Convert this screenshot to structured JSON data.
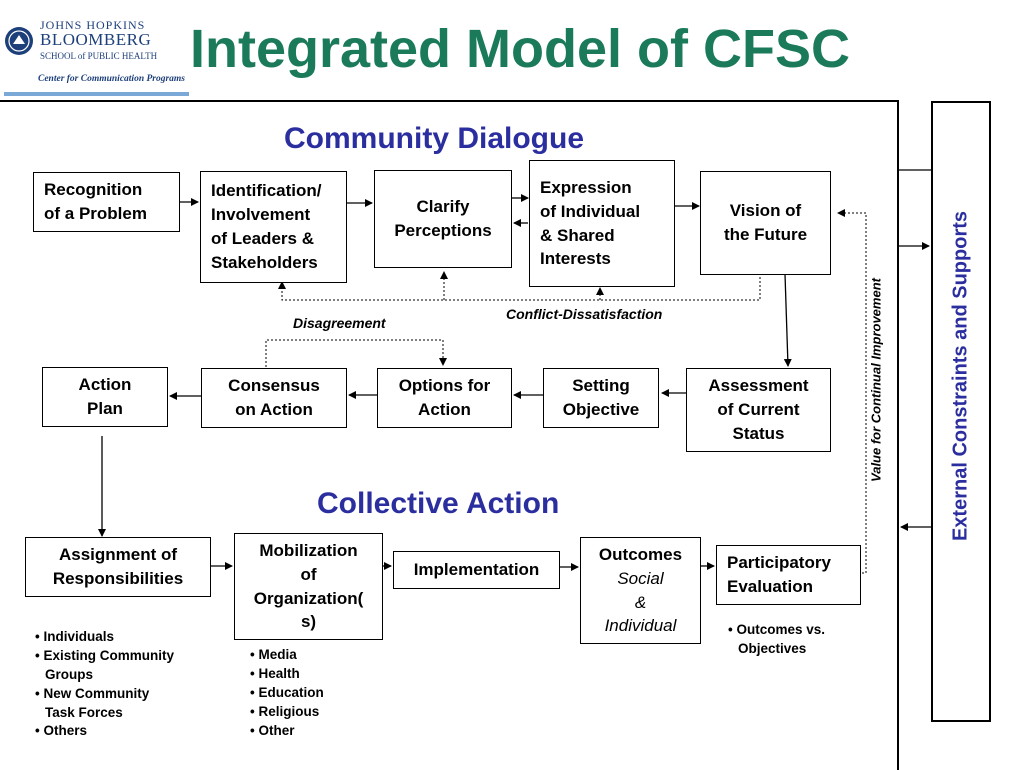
{
  "header": {
    "logo_line1": "JOHNS HOPKINS",
    "logo_line2": "BLOOMBERG",
    "logo_line3": "SCHOOL of PUBLIC HEALTH",
    "logo_line4": "Center for Communication Programs",
    "title": "Integrated Model of CFSC"
  },
  "sections": {
    "dialogue": "Community Dialogue",
    "action": "Collective Action"
  },
  "side": {
    "external": "External Constraints and Supports",
    "value": "Value for Continual Improvement"
  },
  "row1": {
    "recognition": "Recognition\nof a Problem",
    "identification": "Identification/\nInvolvement\nof Leaders &\nStakeholders",
    "clarify": "Clarify\nPerceptions",
    "expression": "Expression\nof  Individual\n&  Shared\nInterests",
    "vision": "Vision of\nthe Future"
  },
  "row2": {
    "action_plan": "Action\nPlan",
    "consensus": "Consensus\non Action",
    "options": "Options for\nAction",
    "setting": "Setting\nObjective",
    "assessment": "Assessment\nof Current\nStatus"
  },
  "notes": {
    "conflict": "Conflict-Dissatisfaction",
    "disagreement": "Disagreement"
  },
  "row3": {
    "assignment": "Assignment  of\nResponsibilities",
    "mobilization": "Mobilization\nof\nOrganization(\ns)",
    "implementation": "Implementation",
    "outcomes_title": "Outcomes",
    "outcomes_social": "Social",
    "outcomes_amp": "&",
    "outcomes_individual": "Individual",
    "participatory": "Participatory\nEvaluation"
  },
  "lists": {
    "assignment": [
      "Individuals",
      "Existing Community\nGroups",
      "New Community\nTask Forces",
      "Others"
    ],
    "mobilization": [
      "Media",
      "Health",
      "Education",
      "Religious",
      "Other"
    ],
    "evaluation": [
      "Outcomes vs.\nObjectives"
    ]
  },
  "colors": {
    "title": "#1a7a5a",
    "section": "#2b2e9e",
    "logo": "#1d3f7a"
  }
}
